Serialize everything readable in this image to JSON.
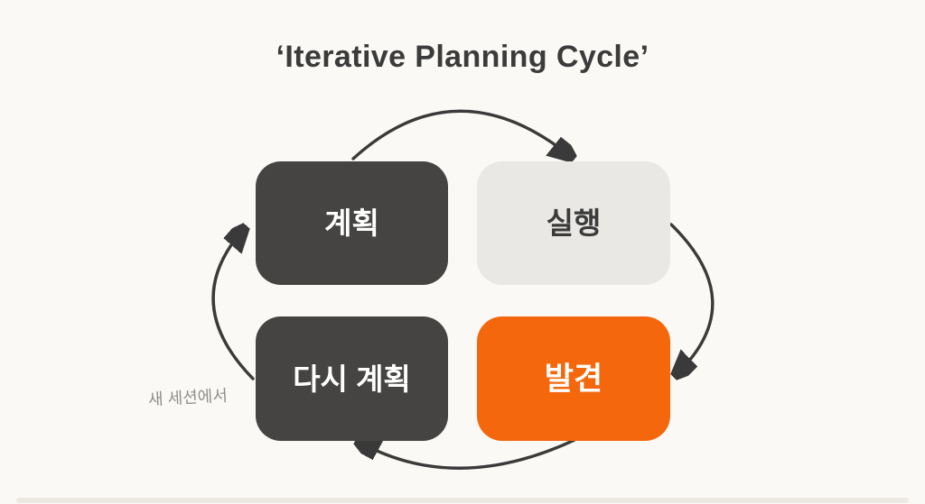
{
  "title": "‘Iterative Planning Cycle’",
  "diagram": {
    "nodes": [
      {
        "id": "plan",
        "label": "계획",
        "style": "dark"
      },
      {
        "id": "execute",
        "label": "실행",
        "style": "light"
      },
      {
        "id": "replan",
        "label": "다시 계획",
        "style": "dark"
      },
      {
        "id": "discover",
        "label": "발견",
        "style": "accent"
      }
    ],
    "arrows": [
      {
        "from": "plan",
        "to": "execute"
      },
      {
        "from": "execute",
        "to": "discover"
      },
      {
        "from": "discover",
        "to": "replan"
      },
      {
        "from": "replan",
        "to": "plan"
      }
    ],
    "note": "새 세션에서"
  },
  "colors": {
    "background": "#FAF9F5",
    "dark_node": "#454443",
    "light_node": "#E9E8E5",
    "accent_node": "#F4670D",
    "arrow": "#3A3A3A",
    "title_text": "#3B3B3B",
    "note_text": "#8F8F8F"
  }
}
